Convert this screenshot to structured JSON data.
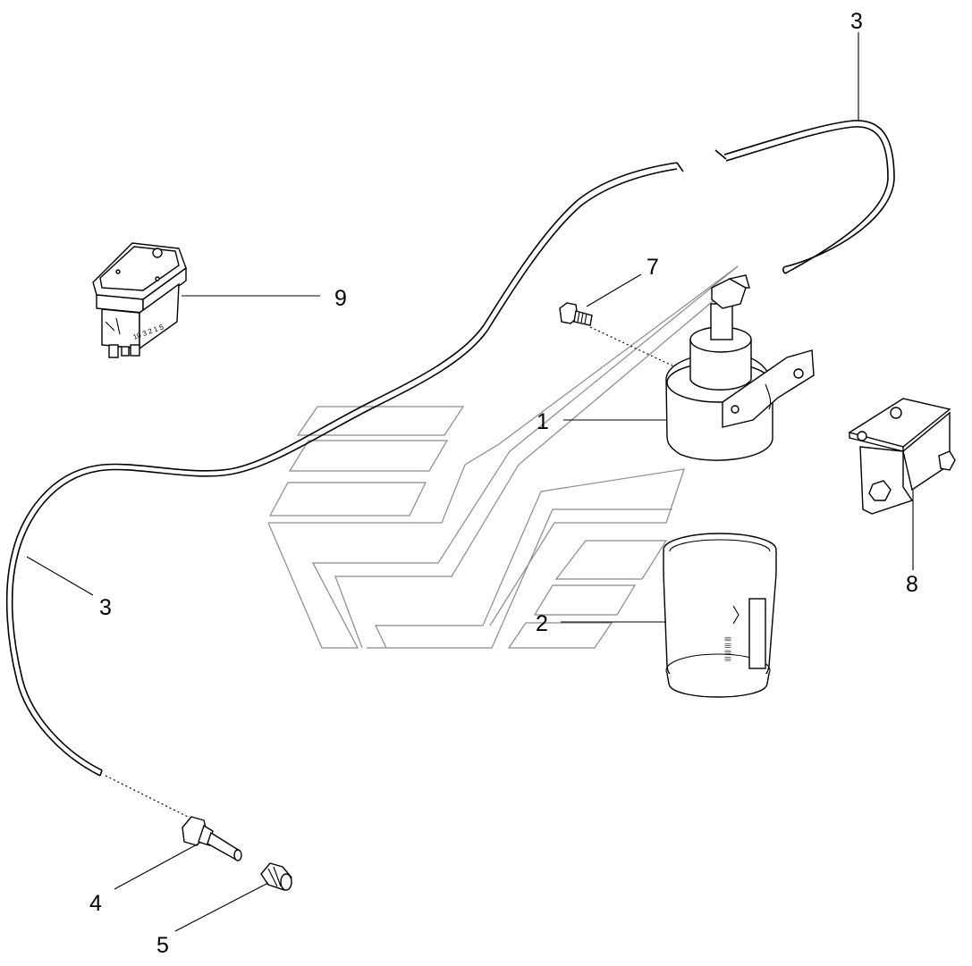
{
  "diagram": {
    "callouts": {
      "c1": "1",
      "c2": "2",
      "c3_top": "3",
      "c3_left": "3",
      "c4": "4",
      "c5": "5",
      "c7": "7",
      "c8": "8",
      "c9": "9"
    },
    "switch_terminal_text": "10 3 2 1 5",
    "canister_marking": "||| ||| ||| |||"
  },
  "colors": {
    "line": "#000000",
    "watermark": "#8a8a8a",
    "background": "#ffffff"
  }
}
